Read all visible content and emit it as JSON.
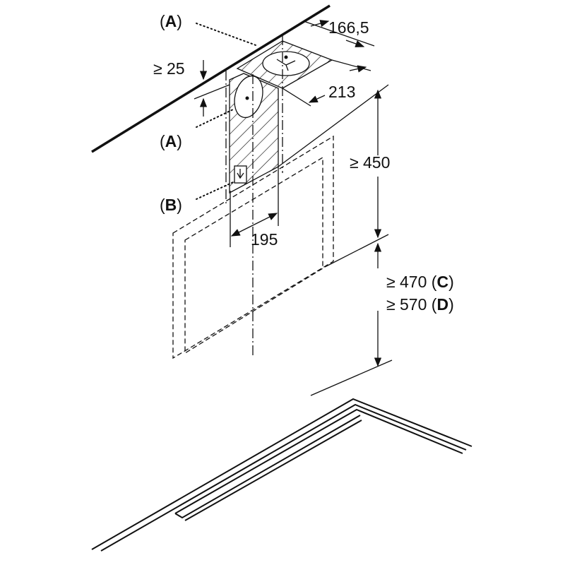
{
  "labels": {
    "a_top": {
      "open": "(",
      "letter": "A",
      "close": ")"
    },
    "a_side": {
      "open": "(",
      "letter": "A",
      "close": ")"
    },
    "b": {
      "open": "(",
      "letter": "B",
      "close": ")"
    },
    "dim_166": "166,5",
    "dim_25": "≥ 25",
    "dim_213": "213",
    "dim_450": "≥ 450",
    "dim_195": "195",
    "dim_470": {
      "value": "≥ 470 ",
      "open": "(",
      "letter": "C",
      "close": ")"
    },
    "dim_570": {
      "value": "≥ 570 ",
      "open": "(",
      "letter": "D",
      "close": ")"
    }
  }
}
